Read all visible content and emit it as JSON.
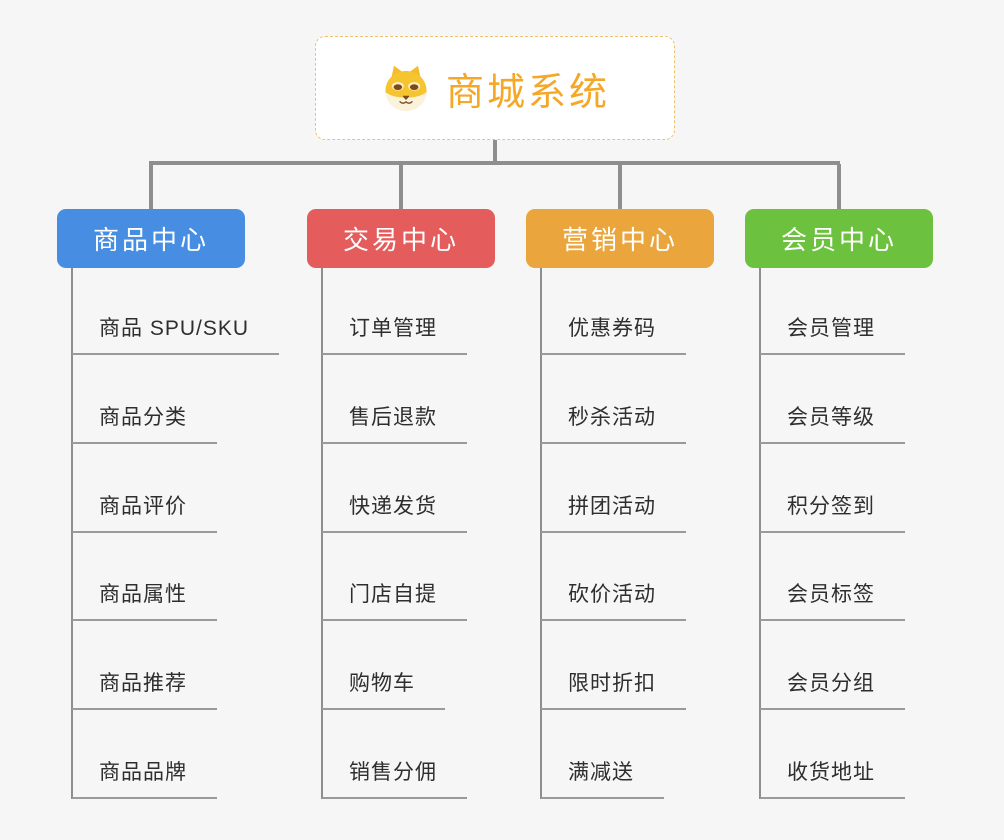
{
  "root": {
    "title": "商城系统",
    "icon": "dog-face-icon"
  },
  "colors": {
    "root_accent": "#f5a728",
    "root_border": "#f2c06a",
    "connector_gray": "#8e8e8e",
    "leaf_underline_gray": "#9a9a9a",
    "branch_product": "#478ee3",
    "branch_trade": "#e45c5c",
    "branch_marketing": "#eaa63c",
    "branch_member": "#6cc13e"
  },
  "branches": [
    {
      "label": "商品中心",
      "color": "#478ee3",
      "items": [
        "商品 SPU/SKU",
        "商品分类",
        "商品评价",
        "商品属性",
        "商品推荐",
        "商品品牌"
      ]
    },
    {
      "label": "交易中心",
      "color": "#e45c5c",
      "items": [
        "订单管理",
        "售后退款",
        "快递发货",
        "门店自提",
        "购物车",
        "销售分佣"
      ]
    },
    {
      "label": "营销中心",
      "color": "#eaa63c",
      "items": [
        "优惠券码",
        "秒杀活动",
        "拼团活动",
        "砍价活动",
        "限时折扣",
        "满减送"
      ]
    },
    {
      "label": "会员中心",
      "color": "#6cc13e",
      "items": [
        "会员管理",
        "会员等级",
        "积分签到",
        "会员标签",
        "会员分组",
        "收货地址"
      ]
    }
  ]
}
